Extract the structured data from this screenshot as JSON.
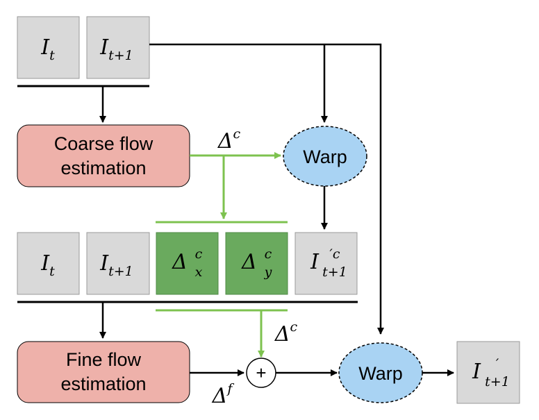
{
  "colors": {
    "gray_box": "#d9d9d9",
    "green_box": "#6aaa5e",
    "green_line": "#7dc24f",
    "red_box": "#eeb1aa",
    "blue_ellipse": "#a9d3f3",
    "black": "#000000"
  },
  "inputs_top": [
    {
      "base": "I",
      "sub": "t",
      "sup": ""
    },
    {
      "base": "I",
      "sub": "t+1",
      "sup": ""
    }
  ],
  "coarse_flow": {
    "line1": "Coarse flow",
    "line2": "estimation"
  },
  "warp_top": {
    "label": "Warp"
  },
  "delta_c_top": {
    "base": "Δ",
    "sup": "c"
  },
  "inputs_mid": [
    {
      "base": "I",
      "sub": "t",
      "sup": ""
    },
    {
      "base": "I",
      "sub": "t+1",
      "sup": ""
    },
    {
      "base": "Δ",
      "sub": "x",
      "sup": "c"
    },
    {
      "base": "Δ",
      "sub": "y",
      "sup": "c"
    },
    {
      "base": "I",
      "sub": "t+1",
      "sup": "′c"
    }
  ],
  "fine_flow": {
    "line1": "Fine flow",
    "line2": "estimation"
  },
  "delta_c_bottom": {
    "base": "Δ",
    "sup": "c"
  },
  "delta_f": {
    "base": "Δ",
    "sup": "f"
  },
  "plus": {
    "label": "+"
  },
  "warp_bottom": {
    "label": "Warp"
  },
  "output": {
    "base": "I",
    "sub": "t+1",
    "sup": "′"
  }
}
